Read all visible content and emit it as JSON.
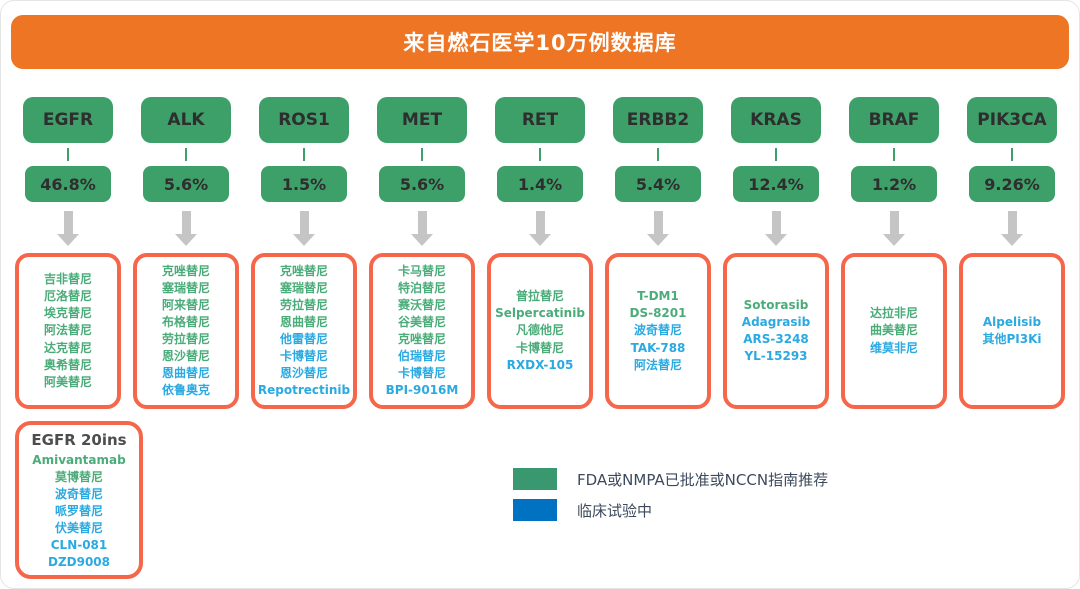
{
  "title": "来自燃石医学10万例数据库",
  "colors": {
    "header_bar": "#ED7524",
    "gene_box_green": "#3EA069",
    "drug_box_border": "#F5664A",
    "approved_text_green": "#4BAC7A",
    "trial_text_blue": "#2BA9E1",
    "legend_approved_green": "#3A9870",
    "legend_trial_blue": "#0072C1",
    "arrow_gray": "#C5C5C5"
  },
  "columns": [
    {
      "gene": "EGFR",
      "percent": "46.8%",
      "drugs": [
        {
          "name": "吉非替尼",
          "status": "approved"
        },
        {
          "name": "厄洛替尼",
          "status": "approved"
        },
        {
          "name": "埃克替尼",
          "status": "approved"
        },
        {
          "name": "阿法替尼",
          "status": "approved"
        },
        {
          "name": "达克替尼",
          "status": "approved"
        },
        {
          "name": "奥希替尼",
          "status": "approved"
        },
        {
          "name": "阿美替尼",
          "status": "approved"
        }
      ]
    },
    {
      "gene": "ALK",
      "percent": "5.6%",
      "drugs": [
        {
          "name": "克唑替尼",
          "status": "approved"
        },
        {
          "name": "塞瑞替尼",
          "status": "approved"
        },
        {
          "name": "阿来替尼",
          "status": "approved"
        },
        {
          "name": "布格替尼",
          "status": "approved"
        },
        {
          "name": "劳拉替尼",
          "status": "approved"
        },
        {
          "name": "恩沙替尼",
          "status": "approved"
        },
        {
          "name": "恩曲替尼",
          "status": "trial"
        },
        {
          "name": "依鲁奥克",
          "status": "trial"
        }
      ]
    },
    {
      "gene": "ROS1",
      "percent": "1.5%",
      "drugs": [
        {
          "name": "克唑替尼",
          "status": "approved"
        },
        {
          "name": "塞瑞替尼",
          "status": "approved"
        },
        {
          "name": "劳拉替尼",
          "status": "approved"
        },
        {
          "name": "恩曲替尼",
          "status": "approved"
        },
        {
          "name": "他雷替尼",
          "status": "trial"
        },
        {
          "name": "卡博替尼",
          "status": "trial"
        },
        {
          "name": "恩沙替尼",
          "status": "trial"
        },
        {
          "name": "Repotrectinib",
          "status": "trial"
        }
      ]
    },
    {
      "gene": "MET",
      "percent": "5.6%",
      "drugs": [
        {
          "name": "卡马替尼",
          "status": "approved"
        },
        {
          "name": "特泊替尼",
          "status": "approved"
        },
        {
          "name": "赛沃替尼",
          "status": "approved"
        },
        {
          "name": "谷美替尼",
          "status": "approved"
        },
        {
          "name": "克唑替尼",
          "status": "approved"
        },
        {
          "name": "伯瑞替尼",
          "status": "trial"
        },
        {
          "name": "卡博替尼",
          "status": "trial"
        },
        {
          "name": "BPI-9016M",
          "status": "trial"
        }
      ]
    },
    {
      "gene": "RET",
      "percent": "1.4%",
      "drugs": [
        {
          "name": "普拉替尼",
          "status": "approved"
        },
        {
          "name": "Selpercatinib",
          "status": "approved"
        },
        {
          "name": "凡德他尼",
          "status": "approved"
        },
        {
          "name": "卡博替尼",
          "status": "approved"
        },
        {
          "name": "RXDX-105",
          "status": "trial"
        }
      ]
    },
    {
      "gene": "ERBB2",
      "percent": "5.4%",
      "drugs": [
        {
          "name": "T-DM1",
          "status": "approved"
        },
        {
          "name": "DS-8201",
          "status": "approved"
        },
        {
          "name": "波奇替尼",
          "status": "trial"
        },
        {
          "name": "TAK-788",
          "status": "trial"
        },
        {
          "name": "阿法替尼",
          "status": "trial"
        }
      ]
    },
    {
      "gene": "KRAS",
      "percent": "12.4%",
      "drugs": [
        {
          "name": "Sotorasib",
          "status": "approved"
        },
        {
          "name": "Adagrasib",
          "status": "trial"
        },
        {
          "name": "ARS-3248",
          "status": "trial"
        },
        {
          "name": "YL-15293",
          "status": "trial"
        }
      ]
    },
    {
      "gene": "BRAF",
      "percent": "1.2%",
      "drugs": [
        {
          "name": "达拉非尼",
          "status": "approved"
        },
        {
          "name": "曲美替尼",
          "status": "approved"
        },
        {
          "name": "维莫非尼",
          "status": "trial"
        }
      ]
    },
    {
      "gene": "PIK3CA",
      "percent": "9.26%",
      "drugs": [
        {
          "name": "Alpelisib",
          "status": "trial"
        },
        {
          "name": "其他PI3Ki",
          "status": "trial"
        }
      ]
    }
  ],
  "extra_box": {
    "title": "EGFR 20ins",
    "drugs": [
      {
        "name": "Amivantamab",
        "status": "approved"
      },
      {
        "name": "莫博替尼",
        "status": "approved"
      },
      {
        "name": "波奇替尼",
        "status": "trial"
      },
      {
        "name": "哌罗替尼",
        "status": "trial"
      },
      {
        "name": "伏美替尼",
        "status": "trial"
      },
      {
        "name": "CLN-081",
        "status": "trial"
      },
      {
        "name": "DZD9008",
        "status": "trial"
      }
    ]
  },
  "legend": {
    "items": [
      {
        "status": "approved",
        "label": "FDA或NMPA已批准或NCCN指南推荐"
      },
      {
        "status": "trial",
        "label": "临床试验中"
      }
    ]
  }
}
